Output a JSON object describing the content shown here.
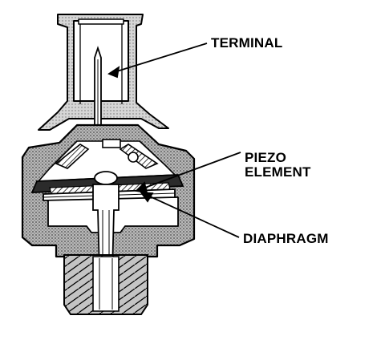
{
  "labels": {
    "terminal": "TERMINAL",
    "piezo_line1": "PIEZO",
    "piezo_line2": "ELEMENT",
    "diaphragm": "DIAPHRAGM"
  },
  "colors": {
    "ink": "#000000",
    "stipple": "#9a9a9a",
    "background": "#ffffff"
  }
}
